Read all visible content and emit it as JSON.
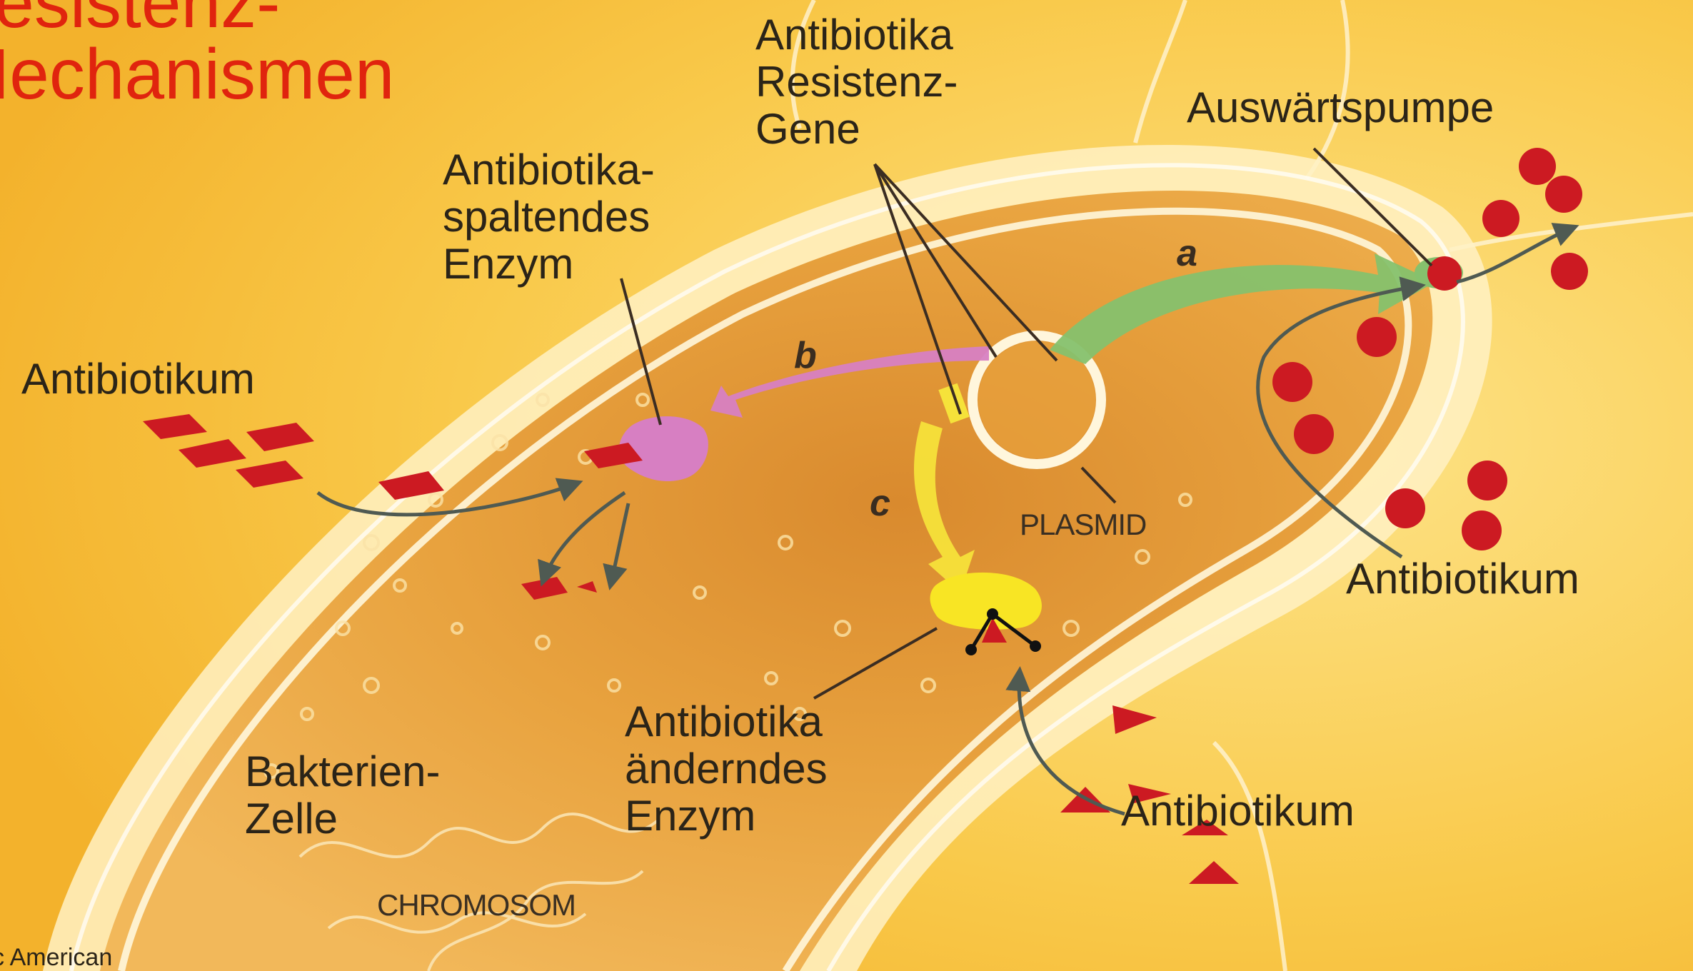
{
  "title": {
    "line1": "Resistenz-",
    "line2": "Mechanismen"
  },
  "labels": {
    "resistance_genes": [
      "Antibiotika",
      "Resistenz-",
      "Gene"
    ],
    "efflux_pump": "Auswärtspumpe",
    "cleaving_enzyme": [
      "Antibiotika-",
      "spaltendes",
      "Enzym"
    ],
    "antibiotic_left": "Antibiotikum",
    "antibiotic_right": "Antibiotikum",
    "antibiotic_bottom": "Antibiotikum",
    "plasmid": "PLASMID",
    "modifying_enzyme": [
      "Antibiotika",
      "änderndes",
      "Enzym"
    ],
    "bacterial_cell": [
      "Bakterien-",
      "Zelle"
    ],
    "chromosome": "CHROMOSOM",
    "credit": "Scientific American"
  },
  "pathway_letters": {
    "a": "a",
    "b": "b",
    "c": "c"
  },
  "colors": {
    "background": "#f7c23a",
    "title": "#e0240e",
    "antibiotic": "#cc1a22",
    "pathway_a": "#7fbf6a",
    "pathway_b": "#d77fc2",
    "pathway_c": "#f6e23a",
    "cell_interior": "#e8a03a",
    "membrane": "#fff4d2"
  }
}
